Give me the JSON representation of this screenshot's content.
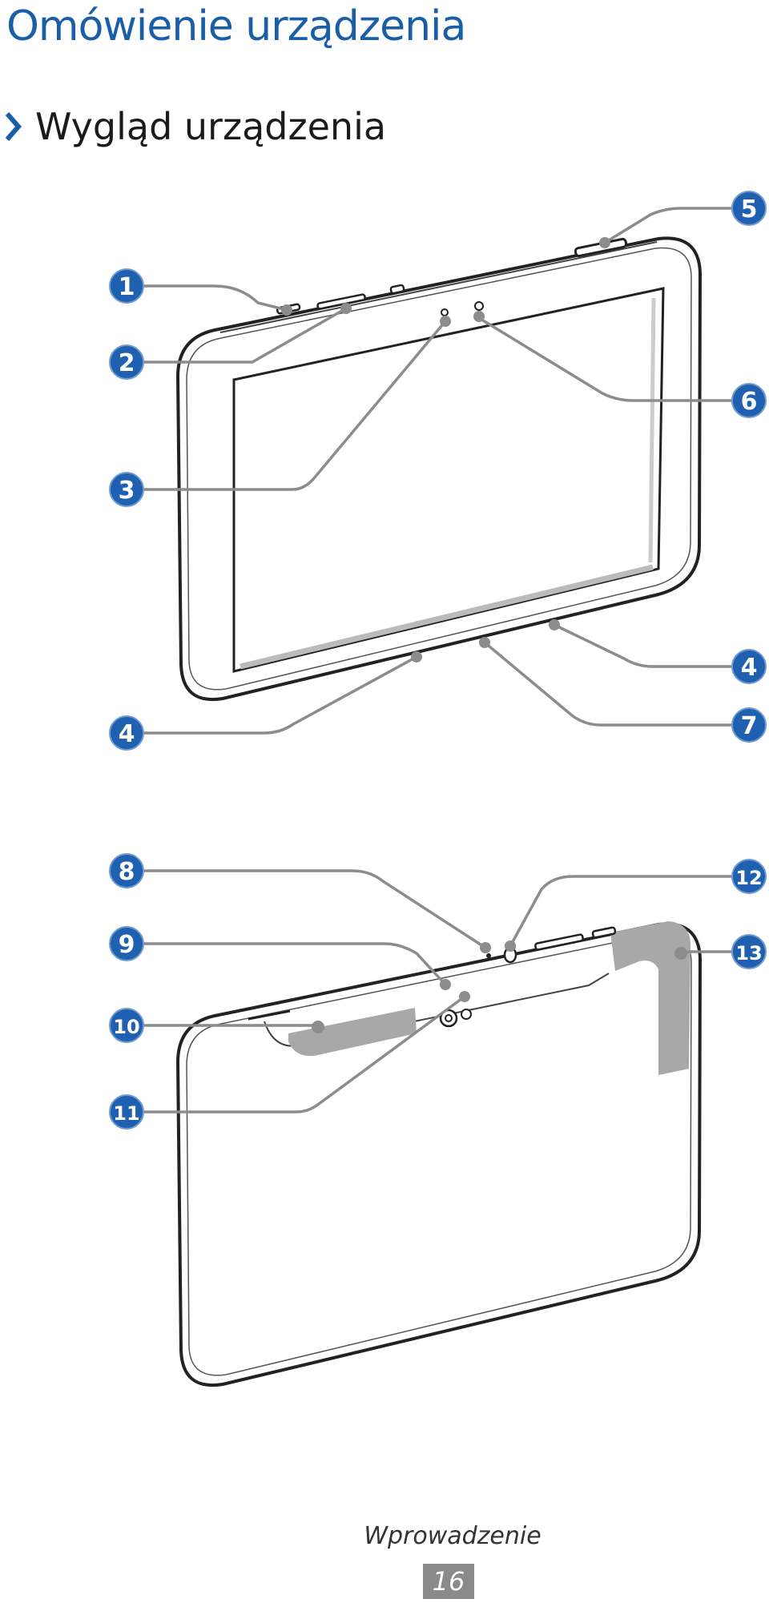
{
  "page": {
    "title": "Omówienie urządzenia",
    "section_title": "Wygląd urządzenia",
    "footer_label": "Wprowadzenie",
    "page_number": "16"
  },
  "colors": {
    "title": "#1a5ea8",
    "callout_badge": "#1f61b0",
    "leader_line": "#8c8c8c",
    "gray_area": "#a8a8a8"
  },
  "callouts": {
    "c1": "1",
    "c2": "2",
    "c3": "3",
    "c4a": "4",
    "c4b": "4",
    "c5": "5",
    "c6": "6",
    "c7": "7",
    "c8": "8",
    "c9": "9",
    "c10": "10",
    "c11": "11",
    "c12": "12",
    "c13": "13"
  },
  "icons": {
    "section_marker": "chevron-right-icon"
  }
}
